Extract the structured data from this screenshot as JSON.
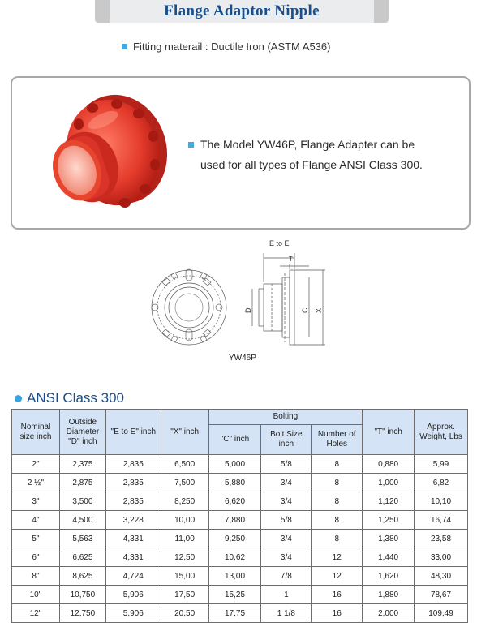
{
  "title": "Flange Adaptor Nipple",
  "material": "Fitting materail : Ductile Iron (ASTM A536)",
  "description": {
    "line1": "The Model YW46P, Flange Adapter can be",
    "line2": "used for all types of Flange ANSI Class 300."
  },
  "drawing": {
    "model_label": "YW46P",
    "dim_e_to_e": "E to E",
    "dim_t": "T",
    "dim_d": "D",
    "dim_c": "C",
    "dim_x": "X"
  },
  "section": "ANSI Class 300",
  "colors": {
    "title": "#1b4f8a",
    "accent": "#3aa3dc",
    "header_bg": "#d4e4f6",
    "product": "#e23a2c"
  },
  "table": {
    "headers": {
      "nominal": "Nominal size inch",
      "od": "Outside Diameter \"D\" inch",
      "e_to_e": "\"E to E\" inch",
      "x": "\"X\" inch",
      "bolting": "Bolting",
      "c": "\"C\" inch",
      "bolt_size": "Bolt Size inch",
      "holes": "Number of Holes",
      "t": "\"T\" inch",
      "weight": "Approx. Weight, Lbs"
    },
    "rows": [
      [
        "2\"",
        "2,375",
        "2,835",
        "6,500",
        "5,000",
        "5/8",
        "8",
        "0,880",
        "5,99"
      ],
      [
        "2 ½\"",
        "2,875",
        "2,835",
        "7,500",
        "5,880",
        "3/4",
        "8",
        "1,000",
        "6,82"
      ],
      [
        "3\"",
        "3,500",
        "2,835",
        "8,250",
        "6,620",
        "3/4",
        "8",
        "1,120",
        "10,10"
      ],
      [
        "4\"",
        "4,500",
        "3,228",
        "10,00",
        "7,880",
        "5/8",
        "8",
        "1,250",
        "16,74"
      ],
      [
        "5\"",
        "5,563",
        "4,331",
        "11,00",
        "9,250",
        "3/4",
        "8",
        "1,380",
        "23,58"
      ],
      [
        "6\"",
        "6,625",
        "4,331",
        "12,50",
        "10,62",
        "3/4",
        "12",
        "1,440",
        "33,00"
      ],
      [
        "8\"",
        "8,625",
        "4,724",
        "15,00",
        "13,00",
        "7/8",
        "12",
        "1,620",
        "48,30"
      ],
      [
        "10\"",
        "10,750",
        "5,906",
        "17,50",
        "15,25",
        "1",
        "16",
        "1,880",
        "78,67"
      ],
      [
        "12\"",
        "12,750",
        "5,906",
        "20,50",
        "17,75",
        "1 1/8",
        "16",
        "2,000",
        "109,49"
      ]
    ]
  }
}
